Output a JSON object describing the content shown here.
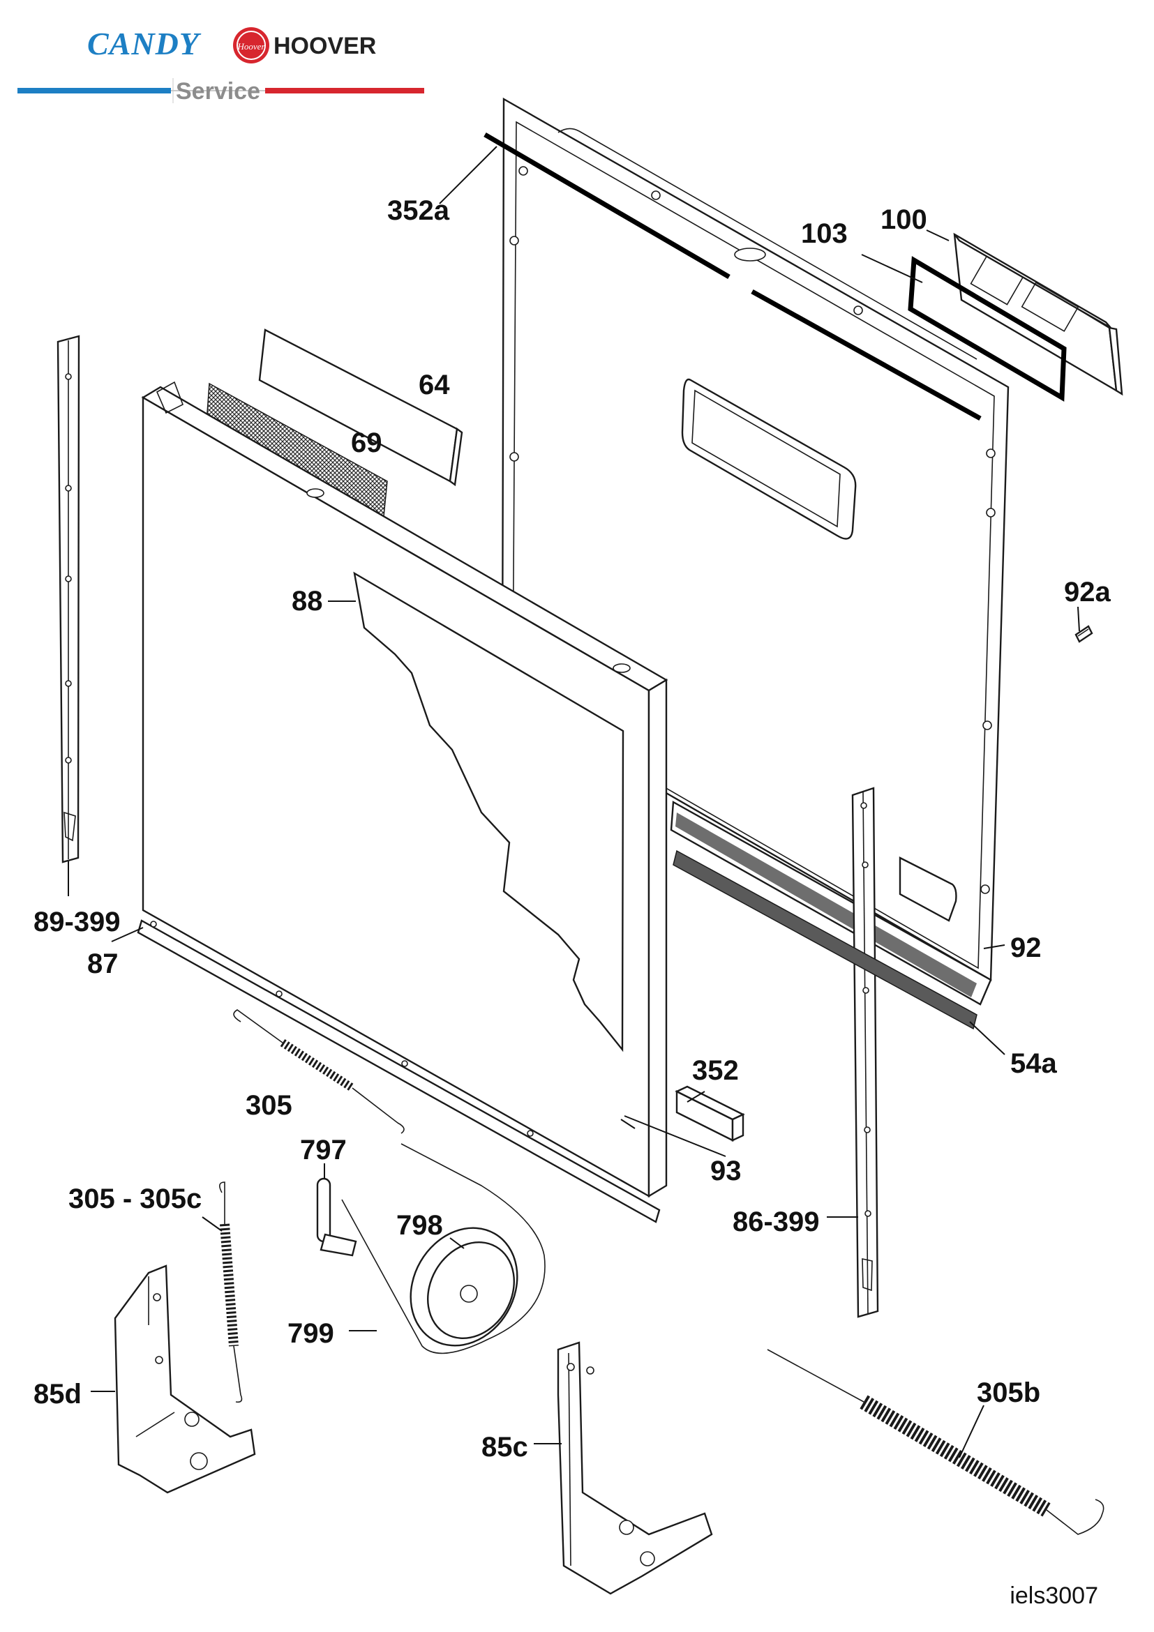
{
  "header": {
    "brand_1": "CANDY",
    "brand_2": "HOOVER",
    "brand_2_badge": "Hoover",
    "service": "Service",
    "colors": {
      "candy_blue": "#1d7fc4",
      "hoover_red": "#d7262e",
      "service_grey": "#8c8c8c"
    }
  },
  "drawing_code": "iels3007",
  "callouts": [
    {
      "id": "352a",
      "text": "352a"
    },
    {
      "id": "100",
      "text": "100"
    },
    {
      "id": "103",
      "text": "103"
    },
    {
      "id": "64",
      "text": "64"
    },
    {
      "id": "69",
      "text": "69"
    },
    {
      "id": "92a",
      "text": "92a"
    },
    {
      "id": "88",
      "text": "88"
    },
    {
      "id": "89-399",
      "text": "89-399"
    },
    {
      "id": "87",
      "text": "87"
    },
    {
      "id": "92",
      "text": "92"
    },
    {
      "id": "54a",
      "text": "54a"
    },
    {
      "id": "352",
      "text": "352"
    },
    {
      "id": "305",
      "text": "305"
    },
    {
      "id": "93",
      "text": "93"
    },
    {
      "id": "797",
      "text": "797"
    },
    {
      "id": "305-305c",
      "text": "305 - 305c"
    },
    {
      "id": "798",
      "text": "798"
    },
    {
      "id": "86-399",
      "text": "86-399"
    },
    {
      "id": "799",
      "text": "799"
    },
    {
      "id": "305b",
      "text": "305b"
    },
    {
      "id": "85d",
      "text": "85d"
    },
    {
      "id": "85c",
      "text": "85c"
    }
  ]
}
